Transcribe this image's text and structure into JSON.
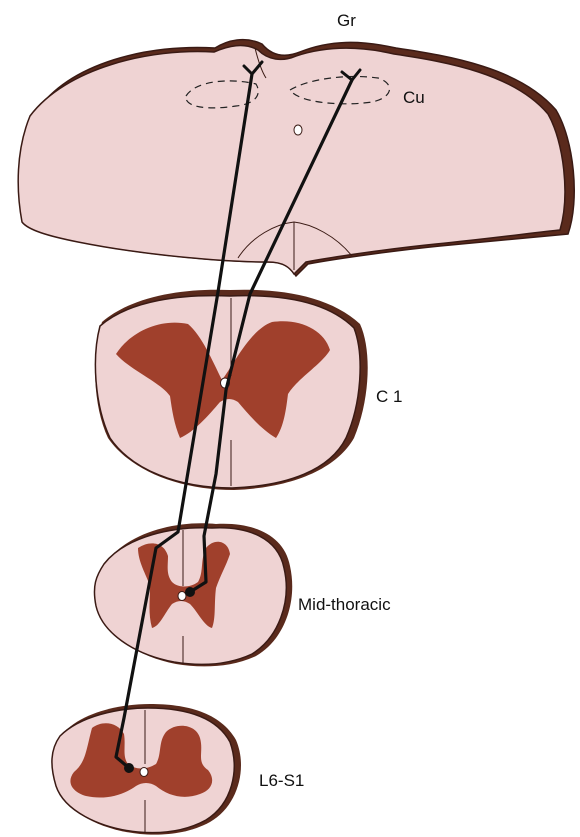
{
  "labels": {
    "gr": "Gr",
    "cu": "Cu",
    "c1": "C 1",
    "mid_thoracic": "Mid-thoracic",
    "l6_s1": "L6-S1"
  },
  "colors": {
    "tissue": "#efd3d3",
    "outline": "#3a1a14",
    "rim": "#5a2a1c",
    "gray_matter": "#a0402c",
    "fiber": "#111111",
    "canal": "#ffffff"
  }
}
